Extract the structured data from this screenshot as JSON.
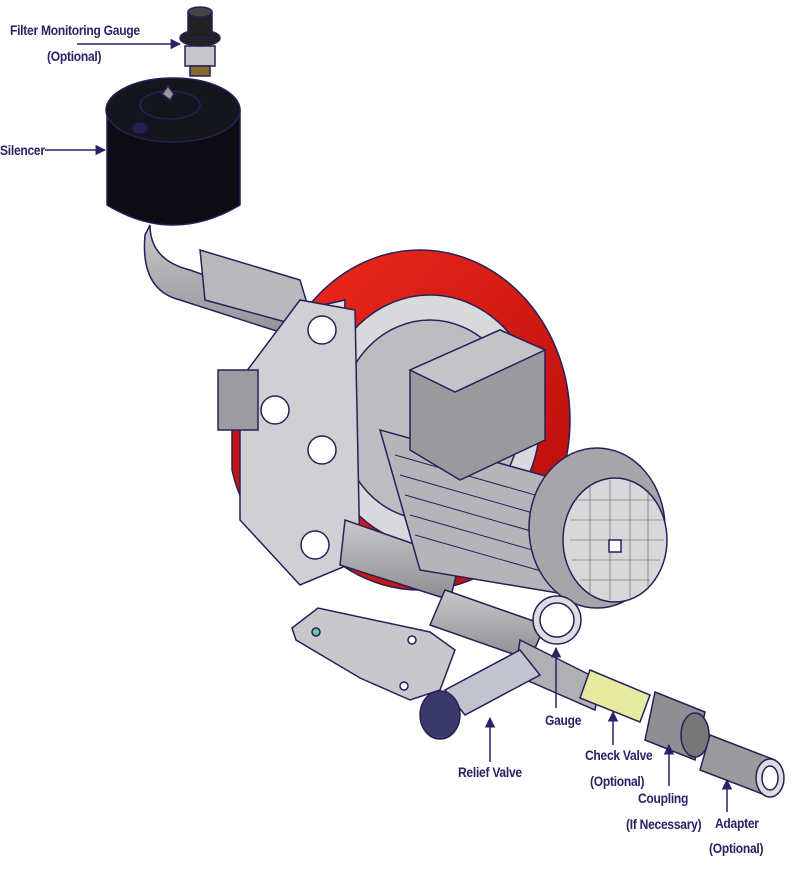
{
  "labels": {
    "filter_gauge": {
      "line1": "Filter Monitoring Gauge",
      "line2": "(Optional)"
    },
    "silencer": "Silencer",
    "relief_valve": "Relief Valve",
    "gauge": "Gauge",
    "check_valve": {
      "line1": "Check Valve",
      "line2": "(Optional)"
    },
    "coupling": {
      "line1": "Coupling",
      "line2": "(If Necessary)"
    },
    "adapter": {
      "line1": "Adapter",
      "line2": "(Optional)"
    }
  },
  "colors": {
    "label": "#2b2166",
    "housing": "#d8120f",
    "metal": "#a9a9ad",
    "silencer": "#0c0c12",
    "outline": "#25205a",
    "check_valve": "#e6eba0"
  }
}
